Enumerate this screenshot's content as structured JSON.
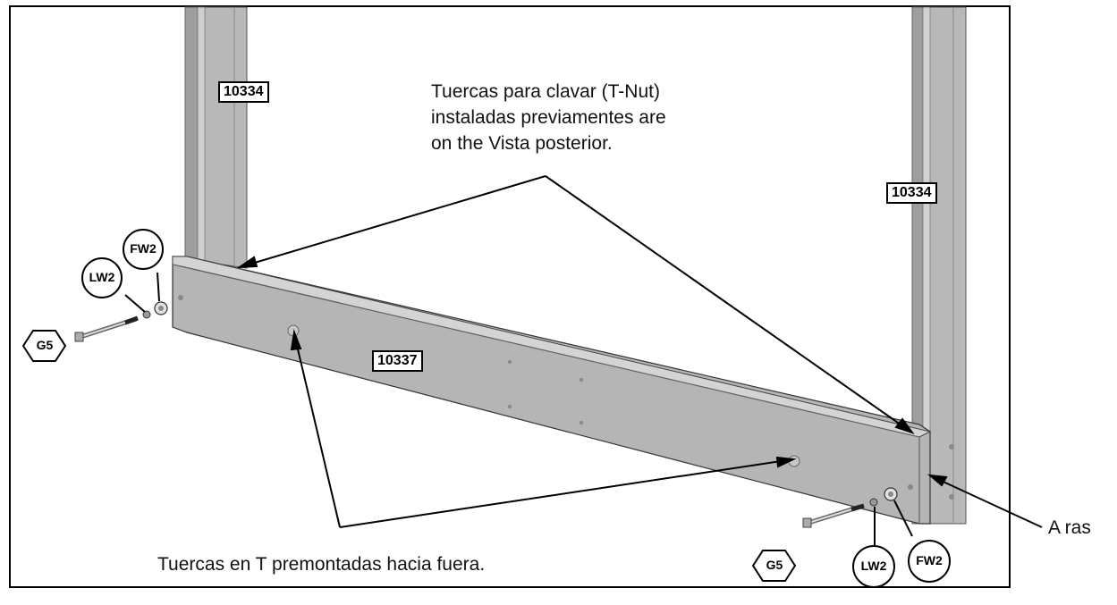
{
  "callouts": {
    "tnut_line1": "Tuercas para clavar (T-Nut)",
    "tnut_line2": "instaladas previamentes are",
    "tnut_line3": "on the Vista posterior.",
    "premounted": "Tuercas en T premontadas hacia fuera.",
    "flush": "A ras"
  },
  "parts": {
    "upright_left": "10334",
    "upright_right": "10334",
    "crossbar": "10337"
  },
  "hardware": {
    "flat_washer": "FW2",
    "lock_washer": "LW2",
    "bolt": "G5"
  },
  "colors": {
    "metal_face": "#b9b9b9",
    "metal_light": "#d2d2d2",
    "metal_dark": "#9a9a9a",
    "outline": "#000000"
  }
}
